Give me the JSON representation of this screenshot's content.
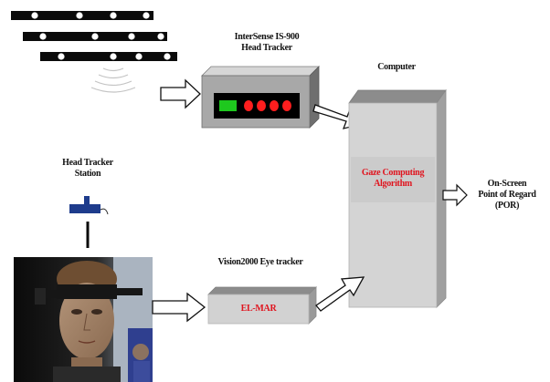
{
  "tracker": {
    "title_line1": "InterSense IS-900",
    "title_line2": "Head Tracker"
  },
  "station": {
    "title_line1": "Head Tracker",
    "title_line2": "Station"
  },
  "computer": {
    "title": "Computer",
    "algorithm_line1": "Gaze Computing",
    "algorithm_line2": "Algorithm"
  },
  "output": {
    "line1": "On-Screen",
    "line2": "Point of Regard",
    "line3": "(POR)"
  },
  "eye_tracker": {
    "title": "Vision2000 Eye tracker",
    "box_label": "EL-MAR"
  },
  "colors": {
    "red_text": "#e0141e",
    "device_box": "#a8a8a8",
    "computer_face": "#d4d4d4",
    "algorithm_panel": "#cccccc",
    "led_green": "#1ec81e",
    "led_red": "#ff1e1e",
    "station_blue": "#1e3c8c"
  }
}
